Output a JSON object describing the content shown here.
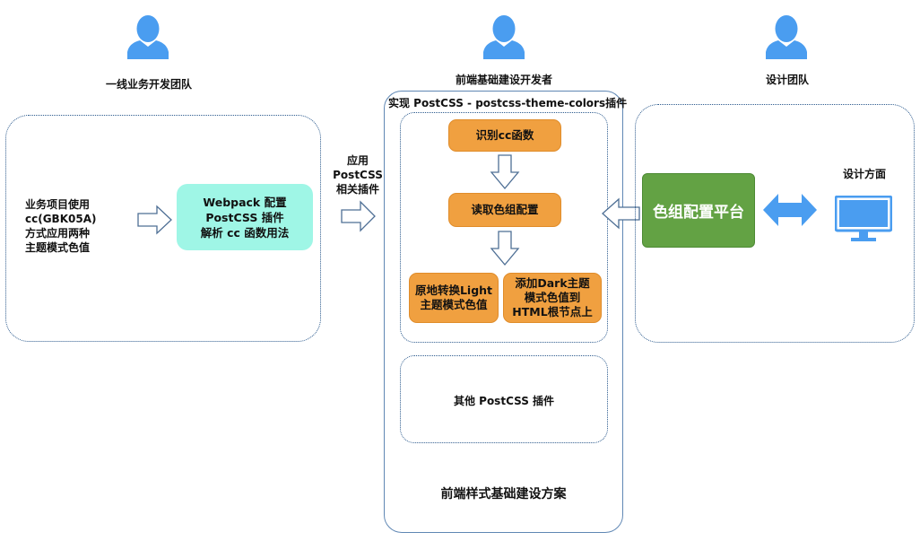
{
  "roles": {
    "frontline": "一线业务开发团队",
    "infra": "前端基础建设开发者",
    "design": "设计团队"
  },
  "left": {
    "description": [
      "业务项目使用",
      "cc(GBK05A)",
      "方式应用两种",
      "主题模式色值"
    ],
    "webpack": [
      "Webpack 配置",
      "PostCSS 插件",
      "解析 cc 函数用法"
    ]
  },
  "connector": [
    "应用",
    "PostCSS",
    "相关插件"
  ],
  "center": {
    "plugin_title": "实现 PostCSS - postcss-theme-colors插件",
    "step1": "识别cc函数",
    "step2": "读取色组配置",
    "step3a": [
      "原地转换Light",
      "主题模式色值"
    ],
    "step3b": [
      "添加Dark主题",
      "模式色值到",
      "HTML根节点上"
    ],
    "other_plugins": "其他 PostCSS 插件",
    "footer": "前端样式基础建设方案"
  },
  "right": {
    "platform": "色组配置平台",
    "design_side": "设计方面",
    "monitor_icon": "monitor-icon"
  },
  "colors": {
    "orange": "#f0a040",
    "teal": "#9ff6e6",
    "green": "#63a244",
    "blue": "#4a9df0",
    "border": "#2d5b8e"
  }
}
